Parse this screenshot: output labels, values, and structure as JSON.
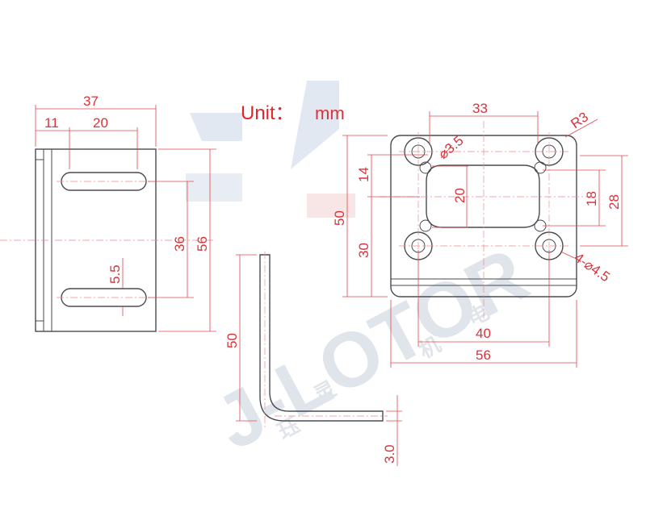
{
  "unit": {
    "label": "Unit：",
    "value": "mm"
  },
  "watermark": {
    "brand": "J-LOTOR",
    "cjk": [
      "珏",
      "灵",
      "机",
      "电"
    ]
  },
  "colors": {
    "object_line": "#4a4a52",
    "dimension": "#e0474c",
    "dimension_text": "#d8333a",
    "unit_label": "#e3242b",
    "watermark": "#c7cfda"
  },
  "front_view": {
    "overall_width": "37",
    "left_offset": "11",
    "slot_length": "20",
    "slot_spacing": "36",
    "overall_height": "56",
    "slot_width": "5.5"
  },
  "side_view": {
    "height": "50",
    "thickness": "3.0"
  },
  "top_view": {
    "hole_spacing_x": "33",
    "corner_radius": "R3",
    "small_hole": "⌀3.5",
    "center_opening_height": "20",
    "top_offset": "14",
    "height": "50",
    "lower_offset": "30",
    "opening_width_dim": "18",
    "right_height": "28",
    "hole_callout": "4-⌀4.5",
    "inner_width": "40",
    "overall_width": "56"
  }
}
